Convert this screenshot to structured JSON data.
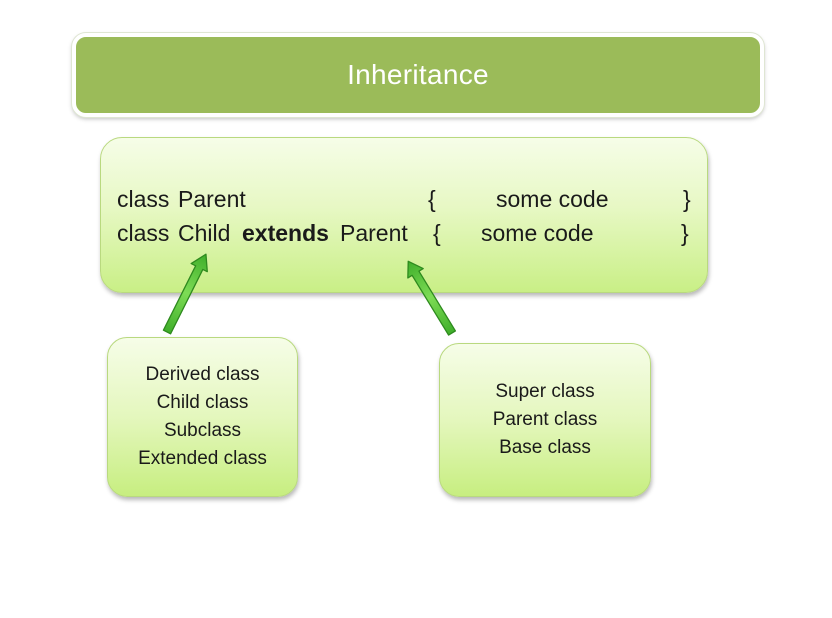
{
  "title": "Inheritance",
  "code": {
    "line1": {
      "keyword": "class",
      "name": "Parent",
      "open_brace": "{",
      "body": "some code",
      "close_brace": "}"
    },
    "line2": {
      "keyword": "class",
      "name": "Child",
      "extends": "extends",
      "parent": "Parent",
      "open_brace": "{",
      "body": "some code",
      "close_brace": "}"
    }
  },
  "child_terms": [
    "Derived class",
    "Child class",
    "Subclass",
    "Extended class"
  ],
  "parent_terms": [
    "Super class",
    "Parent class",
    "Base class"
  ],
  "colors": {
    "title_fill": "#9bbb59",
    "box_gradient_top": "#f6fde8",
    "box_gradient_bottom": "#c9ef86",
    "arrow_fill": "#5cc43c",
    "arrow_stroke": "#2e8a1e"
  }
}
